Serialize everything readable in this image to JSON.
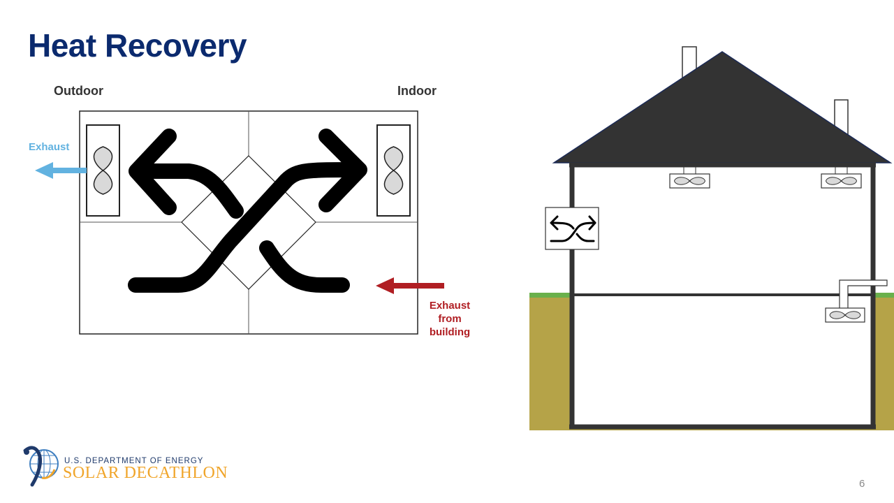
{
  "slide": {
    "title": "Heat Recovery",
    "page_number": "6"
  },
  "exchanger": {
    "outdoor_label": "Outdoor",
    "indoor_label": "Indoor",
    "exhaust_label": "Exhaust",
    "exhaust_from_building_lines": [
      "Exhaust",
      "from",
      "building"
    ],
    "colors": {
      "exhaust_arrow": "#62b2e0",
      "indoor_exhaust_arrow": "#b01e23"
    }
  },
  "house": {
    "colors": {
      "roof": "#333333",
      "walls": "#333333",
      "ground": "#b5a348",
      "grass": "#6ab04c"
    }
  },
  "logo": {
    "line1": "U.S. DEPARTMENT OF ENERGY",
    "line2": "SOLAR DECATHLON",
    "colors": {
      "navy": "#1f3a6b",
      "gold": "#f0a52a"
    }
  }
}
